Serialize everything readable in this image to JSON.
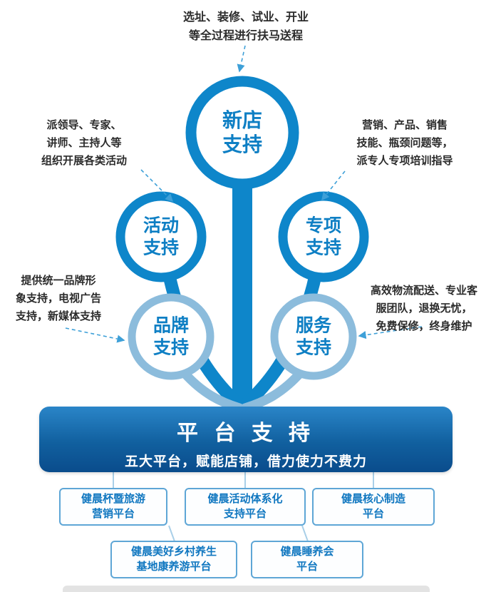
{
  "annotations": {
    "top": {
      "lines": [
        "选址、装修、试业、开业",
        "等全过程进行扶马送程"
      ]
    },
    "mid_left": {
      "lines": [
        "派领导、专家、",
        "讲师、主持人等",
        "组织开展各类活动"
      ]
    },
    "mid_right": {
      "lines": [
        "营销、产品、销售",
        "技能、瓶颈问题等，",
        "派专人专项培训指导"
      ]
    },
    "low_left": {
      "lines": [
        "提供统一品牌形",
        "象支持，电视广告",
        "支持，新媒体支持"
      ]
    },
    "low_right": {
      "lines": [
        "高效物流配送、专业客",
        "服团队，退换无忧，",
        "免费保修，终身维护"
      ]
    }
  },
  "balloons": {
    "top": {
      "line1": "新店",
      "line2": "支持"
    },
    "mid_left": {
      "line1": "活动",
      "line2": "支持"
    },
    "mid_right": {
      "line1": "专项",
      "line2": "支持"
    },
    "low_left": {
      "line1": "品牌",
      "line2": "支持"
    },
    "low_right": {
      "line1": "服务",
      "line2": "支持"
    }
  },
  "platform": {
    "title": "平 台 支 持",
    "subtitle": "五大平台，赋能店铺，借力使力不费力"
  },
  "sub_platforms": [
    {
      "lines": [
        "健晨杯暨旅游",
        "营销平台"
      ]
    },
    {
      "lines": [
        "健晨活动体系化",
        "支持平台"
      ]
    },
    {
      "lines": [
        "健晨核心制造",
        "平台"
      ]
    },
    {
      "lines": [
        "健晨美好乡村养生",
        "基地康养游平台"
      ]
    },
    {
      "lines": [
        "健晨睡养会",
        "平台"
      ]
    }
  ],
  "colors": {
    "main_blue": "#0e86ca",
    "light_blue": "#8cbcdc",
    "text_blue": "#0e7fc4",
    "platform_dark_blue": "#0a4c8c",
    "connector_blue": "#a9cfe8",
    "dashed_line_blue": "#3ea0d8"
  }
}
